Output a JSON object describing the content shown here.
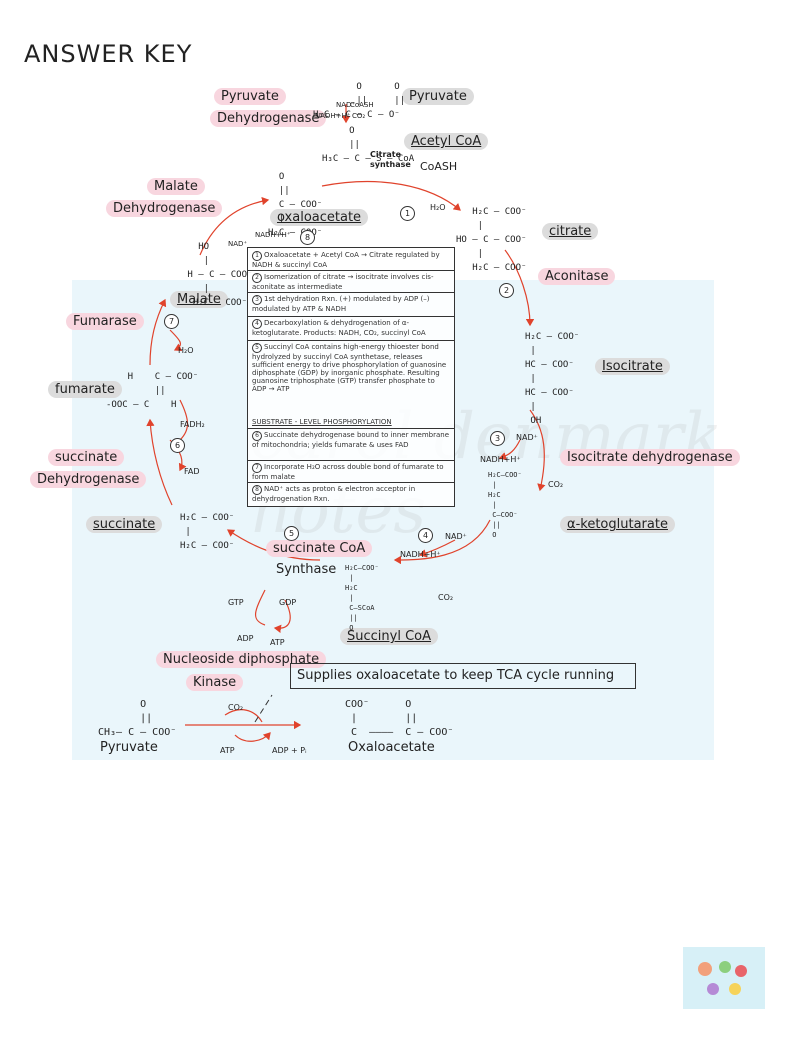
{
  "title": "ANSWER KEY",
  "enzymes": {
    "pyruvate_dehydrogenase_1": "Pyruvate",
    "pyruvate_dehydrogenase_2": "Dehydrogenase",
    "citrate_synthase_1": "Citrate",
    "citrate_synthase_2": "synthase",
    "aconitase": "Aconitase",
    "isocitrate_dehydrogenase": "Isocitrate dehydrogenase",
    "succinate_coa_synthase_1": "succinate CoA",
    "succinate_coa_synthase_2": "Synthase",
    "succinate_dehydrogenase_1": "succinate",
    "succinate_dehydrogenase_2": "Dehydrogenase",
    "fumarase": "Fumarase",
    "malate_dehydrogenase_1": "Malate",
    "malate_dehydrogenase_2": "Dehydrogenase",
    "ndp_kinase_1": "Nucleoside diphosphate",
    "ndp_kinase_2": "Kinase"
  },
  "metabolites": {
    "pyruvate": "Pyruvate",
    "acetyl_coa": "Acetyl CoA",
    "citrate": "citrate",
    "isocitrate": "Isocitrate",
    "alpha_kg": "α-ketoglutarate",
    "succinyl_coa": "Succinyl CoA",
    "succinate": "succinate",
    "fumarate": "fumarate",
    "malate": "Malate",
    "oxaloacetate": "oxaloacetate"
  },
  "cofactors": {
    "coash": "CoASH",
    "nad1": "NAD⁺",
    "nadh1": "NADH+H⁺",
    "co2_1": "CO₂",
    "nad2": "NAD⁺",
    "nadh2": "NADH+H⁺",
    "co2_2": "CO₂",
    "gtp": "GTP",
    "gdp": "GDP",
    "adp": "ADP",
    "atp": "ATP",
    "fadh2": "FADH₂",
    "fad": "FAD",
    "h2o_1": "H₂O",
    "h2o_2": "H₂O",
    "nad3": "NAD⁺",
    "nadh3": "NADH+H⁺",
    "pdh_nad": "NAD⁺",
    "pdh_coash": "CoASH",
    "pdh_nadh": "NADH+H⁺",
    "pdh_co2": "CO₂"
  },
  "steps": [
    "1",
    "2",
    "3",
    "4",
    "5",
    "6",
    "7",
    "8"
  ],
  "notes": [
    {
      "n": "1",
      "text": "Oxaloacetate + Acetyl CoA → Citrate regulated by NADH & succinyl CoA"
    },
    {
      "n": "2",
      "text": "Isomerization of citrate → isocitrate involves cis-aconitate as intermediate"
    },
    {
      "n": "3",
      "text": "1st dehydration Rxn. (+) modulated by ADP (–) modulated by ATP & NADH"
    },
    {
      "n": "4",
      "text": "Decarboxylation & dehydrogenation of α-ketoglutarate. Products: NADH, CO₂, succinyl CoA"
    },
    {
      "n": "5",
      "text": "Succinyl CoA contains high-energy thioester bond hydrolyzed by succinyl CoA synthetase, releases sufficient energy to drive phosphorylation of guanosine diphosphate (GDP) by inorganic phosphate. Resulting guanosine triphosphate (GTP) transfer phosphate to ADP → ATP"
    },
    {
      "n": "",
      "text": "SUBSTRATE - LEVEL PHOSPHORYLATION"
    },
    {
      "n": "6",
      "text": "Succinate dehydrogenase bound to inner membrane of mitochondria; yields fumarate & uses FAD"
    },
    {
      "n": "7",
      "text": "Incorporate H₂O across double bond of fumarate to form malate"
    },
    {
      "n": "8",
      "text": "NAD⁺ acts as proton & electron acceptor in dehydrogenation Rxn."
    }
  ],
  "anaplerotic": {
    "note": "Supplies oxaloacetate to keep TCA cycle running",
    "reactant": "Pyruvate",
    "product": "Oxaloacetate",
    "co2": "CO₂",
    "atp": "ATP",
    "adp_pi": "ADP + Pᵢ"
  },
  "watermark": "carol denmark notes",
  "colors": {
    "arrow": "#e0432c",
    "pink": "#f8d6df",
    "gray": "#dcdcdc",
    "blue": "#eaf6fb"
  }
}
